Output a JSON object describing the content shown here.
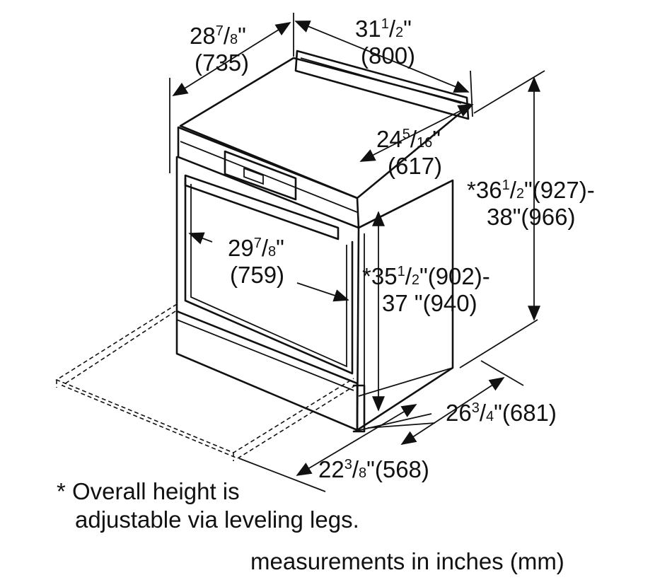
{
  "dimensions": {
    "depth_top": {
      "whole": "28",
      "num": "7",
      "den": "8",
      "unit": "\"",
      "mm": "(735)"
    },
    "width_top": {
      "whole": "31",
      "num": "1",
      "den": "2",
      "unit": "\"",
      "mm": "(800)"
    },
    "depth_cooktop": {
      "whole": "24",
      "num": "5",
      "den": "16",
      "unit": "\"",
      "mm": "(617)"
    },
    "height_overall": {
      "line1_prefix": "*36",
      "line1_num": "1",
      "line1_den": "2",
      "line1_suffix": "\"(927)-",
      "line2": "38\"(966)"
    },
    "width_opening": {
      "whole": "29",
      "num": "7",
      "den": "8",
      "unit": "\"",
      "mm": "(759)"
    },
    "height_body": {
      "line1_prefix": "*35",
      "line1_num": "1",
      "line1_den": "2",
      "line1_suffix": "\"(902)-",
      "line2": "37 \"(940)"
    },
    "depth_side": {
      "whole": "26",
      "num": "3",
      "den": "4",
      "tail": "\"(681)"
    },
    "depth_base": {
      "whole": "22",
      "num": "3",
      "den": "8",
      "tail": "\"(568)"
    }
  },
  "notes": {
    "asterisk_line1": "* Overall height is",
    "asterisk_line2": "adjustable via leveling legs.",
    "units": "measurements in inches (mm)"
  }
}
